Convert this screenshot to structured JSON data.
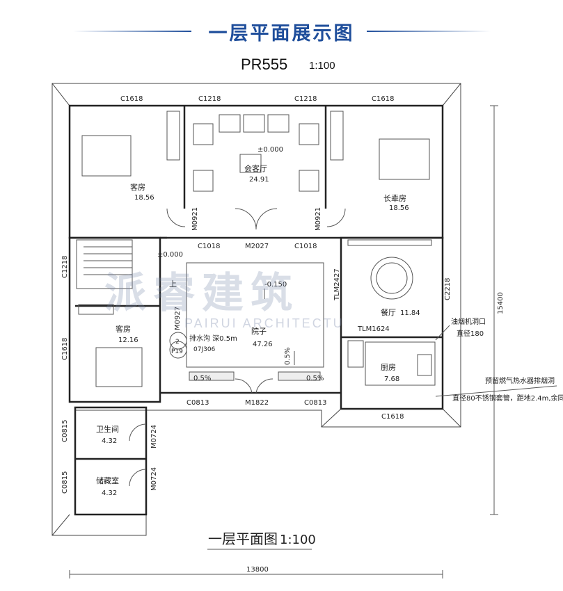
{
  "header": {
    "title": "一层平面展示图",
    "plan_code": "PR555",
    "scale": "1:100",
    "accent_color": "#1f4e9b"
  },
  "drawing": {
    "caption": "一层平面图",
    "caption_scale": "1:100",
    "overall_width": "13800",
    "overall_depth": "15400"
  },
  "rooms": {
    "living": {
      "name": "会客厅",
      "area": "24.91",
      "level": "±0.000"
    },
    "guest_top": {
      "name": "客房",
      "area": "18.56"
    },
    "elder": {
      "name": "长辈房",
      "area": "18.56"
    },
    "guest_mid": {
      "name": "客房",
      "area": "12.16"
    },
    "courtyard": {
      "name": "院子",
      "area": "47.26",
      "level": "-0.150"
    },
    "dining": {
      "name": "餐厅",
      "area": "11.84"
    },
    "kitchen": {
      "name": "厨房",
      "area": "7.68"
    },
    "wc": {
      "name": "卫生间",
      "area": "4.32"
    },
    "storage": {
      "name": "储藏室",
      "area": "4.32"
    }
  },
  "stair": {
    "level": "±0.000",
    "up": "上"
  },
  "labels": {
    "c1618_tl": "C1618",
    "c1218_t1": "C1218",
    "c1218_t2": "C1218",
    "c1618_tr": "C1618",
    "m0921_l": "M0921",
    "m0921_r": "M0921",
    "c1018_l": "C1018",
    "m2027": "M2027",
    "c1018_r": "C1018",
    "c1218_side": "C1218",
    "c1618_side": "C1618",
    "m0927": "M0927",
    "tlm2427": "TLM2427",
    "c2218": "C2218",
    "tlm1624": "TLM1624",
    "c0813_l": "C0813",
    "m1822": "M1822",
    "c0813_r": "C0813",
    "c1618_b": "C1618",
    "m0724_a": "M0724",
    "m0724_b": "M0724",
    "c0815_a": "C0815",
    "c0815_b": "C0815",
    "slope_a": "0.5%",
    "slope_b": "0.5%",
    "slope_c": "0.5%"
  },
  "notes": {
    "drain": "排水沟 深0.5m",
    "drain_ref": "07J306",
    "detail_top": "2",
    "detail_bottom": "P19",
    "hood_1": "油烟机洞口",
    "hood_2": "直径180",
    "heater_1": "预留燃气热水器排烟洞",
    "heater_2": "直径80不锈钢套管，距地2.4m,余同"
  },
  "watermark": {
    "main": "派睿建筑",
    "sub": "PAIRUI ARCHITECTU"
  }
}
